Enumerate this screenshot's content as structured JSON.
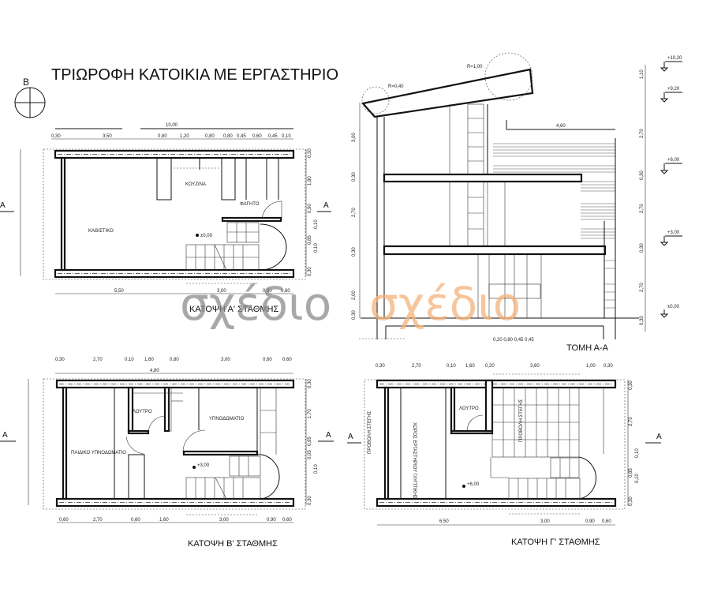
{
  "title": "ΤΡΙΩΡΟΦΗ ΚΑΤΟΙΚΙΑ ΜΕ ΕΡΓΑΣΤΗΡΙΟ",
  "north_label": "Β",
  "section_marker": "Α",
  "watermark": {
    "left": "σχέδιο",
    "right": "σχέδιο",
    "left_color": "#8c8c8c",
    "right_color": "#f5b27a"
  },
  "plan_a": {
    "title": "ΚΑΤΟΨΗ Α' ΣΤΑΘΜΗΣ",
    "rooms": [
      "ΚΑΘΙΣΤΙΚΟ",
      "ΚΟΥΖΙΝΑ",
      "ΦΑΓΗΤΟ"
    ],
    "level": "±0,00",
    "dims_top": [
      "0,30",
      "3,50",
      "0,80",
      "1,20",
      "0,80",
      "0,80",
      "0,45",
      "0,60",
      "0,45",
      "0,10"
    ],
    "dim_total": "10,00",
    "dims_bottom": [
      "5,50",
      "3,00",
      "0,90",
      "0,60"
    ],
    "dims_right": [
      "0,30",
      "1,80",
      "0,90",
      "0,10",
      "0,85",
      "0,10",
      "0,30"
    ]
  },
  "plan_b": {
    "title": "ΚΑΤΟΨΗ Β' ΣΤΑΘΜΗΣ",
    "rooms": [
      "ΛΟΥΤΡΟ",
      "ΥΠΝΟΔΩΜΑΤΙΟ",
      "ΠΑΙΔΙΚΟ ΥΠΝΟΔΩΜΑΤΙΟ"
    ],
    "level": "+3,00",
    "dims_top": [
      "0,30",
      "2,70",
      "0,10",
      "1,60",
      "0,80",
      "3,00",
      "0,60",
      "0,60"
    ],
    "dim_sub": "4,80",
    "dims_bottom": [
      "0,60",
      "2,70",
      "0,60",
      "1,60",
      "3,00",
      "0,90",
      "0,60"
    ],
    "dims_right": [
      "0,30",
      "1,70",
      "0,95",
      "0,05",
      "0,10",
      "0,30"
    ]
  },
  "plan_c": {
    "title": "ΚΑΤΟΨΗ Γ' ΣΤΑΘΜΗΣ",
    "rooms": [
      "ΛΟΥΤΡΟ",
      "ΧΩΡΟΣ ΕΡΓΑΣΤΗΡΙΟΥ ΓΛΥΠΤΙΚΗΣ",
      "ΠΡΟΒΟΛΗ ΣΤΕΓΗΣ",
      "ΠΡΟΒΟΛΗ ΣΤΕΓΗΣ"
    ],
    "level": "+6,00",
    "dims_top": [
      "0,30",
      "2,70",
      "0,10",
      "1,60",
      "0,20",
      "3,60",
      "1,00",
      "0,30"
    ],
    "dims_bottom": [
      "6,50",
      "3,00",
      "0,90",
      "0,60"
    ],
    "dims_right": [
      "0,30",
      "2,70",
      "0,10",
      "0,85",
      "0,10",
      "0,30"
    ]
  },
  "section": {
    "title": "ΤΟΜΗ Α-Α",
    "radius_small": "R=0,40",
    "radius_large": "R=1,00",
    "dim_terrace": "4,60",
    "dims_left": [
      "3,00",
      "0,30",
      "2,70",
      "0,30",
      "2,00",
      "0,30"
    ],
    "dims_bottom": "0,20  0,80  0,45 0,45",
    "levels": [
      "+10,20",
      "+9,20",
      "+6,00",
      "+3,00",
      "±0,00"
    ],
    "dims_right": [
      "1,10",
      "2,70",
      "0,30",
      "2,70",
      "0,30",
      "2,70",
      "0,30"
    ]
  }
}
